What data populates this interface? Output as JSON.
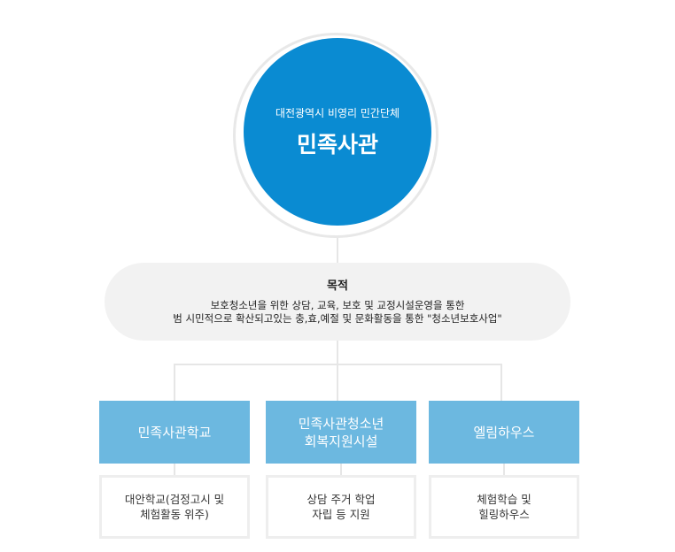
{
  "center": {
    "subtitle": "대전광역시 비영리 민간단체",
    "title": "민족사관",
    "color": "#0a8bd2"
  },
  "purpose": {
    "title": "목적",
    "line1": "보호청소년을 위한 상담, 교육, 보호 및 교정시설운영을 통한",
    "line2": "범 시민적으로 확산되고있는 충,효,예절 및 문화활동을 통한 \"청소년보호사업\""
  },
  "organizations": [
    {
      "name_line1": "민족사관학교",
      "name_line2": "",
      "detail_line1": "대안학교(검정고시 및",
      "detail_line2": "체험활동 위주)"
    },
    {
      "name_line1": "민족사관청소년",
      "name_line2": "회복지원시설",
      "detail_line1": "상담 주거 학업",
      "detail_line2": "자립 등 지원"
    },
    {
      "name_line1": "엘림하우스",
      "name_line2": "",
      "detail_line1": "체험학습 및",
      "detail_line2": "힐링하우스"
    }
  ],
  "colors": {
    "org_box": "#6cb8e0",
    "purpose_bg": "#f2f2f2",
    "connector": "#e6e6e6"
  }
}
